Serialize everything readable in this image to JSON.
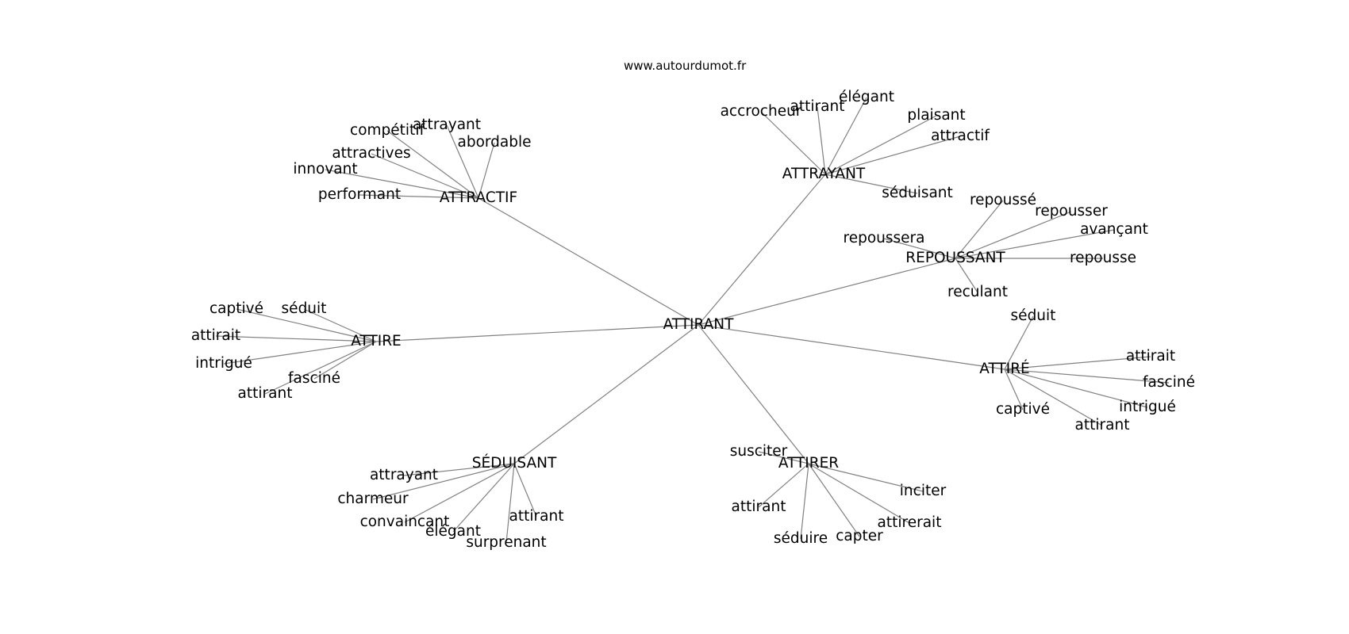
{
  "watermark": "www.autourdumot.fr",
  "colors": {
    "edge": "#808080",
    "text": "#000000",
    "background": "#ffffff"
  },
  "graph": {
    "center": {
      "id": "c",
      "label": "ATTIRANT"
    },
    "clusters": [
      {
        "id": "attractif",
        "label": "ATTRACTIF",
        "leaves": [
          "compétitif",
          "attrayant",
          "abordable",
          "attractives",
          "innovant",
          "performant"
        ]
      },
      {
        "id": "attrayant",
        "label": "ATTRAYANT",
        "leaves": [
          "accrocheur",
          "attirant",
          "élégant",
          "plaisant",
          "attractif",
          "séduisant"
        ]
      },
      {
        "id": "repoussant",
        "label": "REPOUSSANT",
        "leaves": [
          "repoussé",
          "repousser",
          "avançant",
          "repoussera",
          "repousse",
          "reculant"
        ]
      },
      {
        "id": "attire",
        "label": "ATTIRE",
        "leaves": [
          "captivé",
          "séduit",
          "attirait",
          "intrigué",
          "fasciné",
          "attirant"
        ]
      },
      {
        "id": "attire-acc",
        "label": "ATTIRÉ",
        "leaves": [
          "séduit",
          "attirait",
          "fasciné",
          "intrigué",
          "captivé",
          "attirant"
        ]
      },
      {
        "id": "seduisant",
        "label": "SÉDUISANT",
        "leaves": [
          "attrayant",
          "charmeur",
          "convaincant",
          "élégant",
          "attirant",
          "surprenant"
        ]
      },
      {
        "id": "attirer",
        "label": "ATTIRER",
        "leaves": [
          "susciter",
          "inciter",
          "attirant",
          "attirerait",
          "séduire",
          "capter"
        ]
      }
    ]
  }
}
